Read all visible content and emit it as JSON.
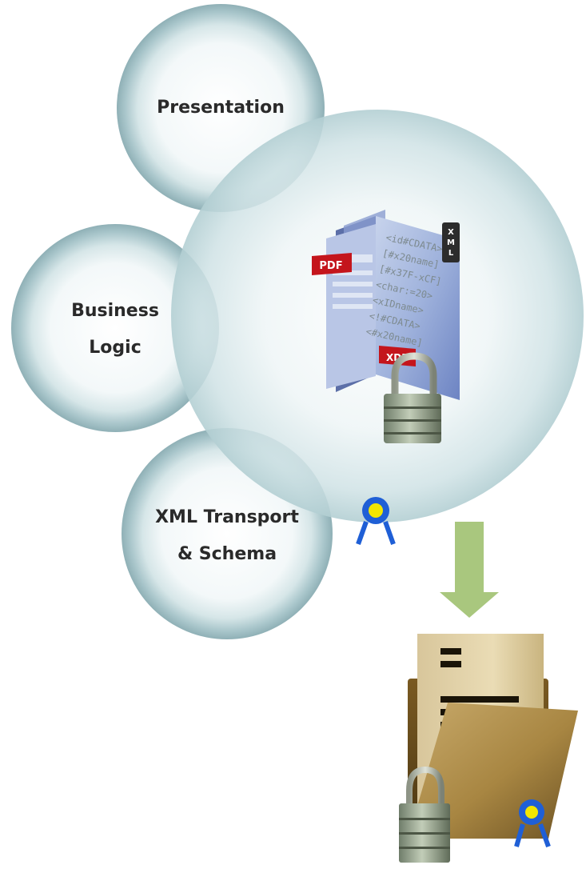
{
  "layers": [
    {
      "id": "presentation",
      "lines": [
        "Presentation"
      ]
    },
    {
      "id": "business-logic",
      "lines": [
        "Business",
        "Logic"
      ]
    },
    {
      "id": "xml-transport",
      "lines": [
        "XML Transport",
        "& Schema"
      ]
    }
  ],
  "document": {
    "pdf_tag": "PDF",
    "xdp_tag": "XDP",
    "xml_tag": [
      "X",
      "M",
      "L"
    ],
    "code_lines": [
      "<id#CDATA>",
      "[#x20name]",
      "[#x37F-xCF]",
      "<char:=20>",
      "<xIDname>",
      "<!#CDATA>",
      "<#x20name]"
    ]
  },
  "colors": {
    "circle_fill": "#cfe0e3",
    "circle_ring": "#9fbcc1",
    "big_circle": "#d6e8ea",
    "arrow": "#a9c77e",
    "ribbon_blue": "#1f5fd6",
    "ribbon_yellow": "#f2e600",
    "pdf_red": "#c4151c"
  },
  "icons": [
    "arrow-down-icon",
    "lock-icon",
    "certificate-ribbon-icon",
    "folder-icon",
    "document-icon"
  ]
}
